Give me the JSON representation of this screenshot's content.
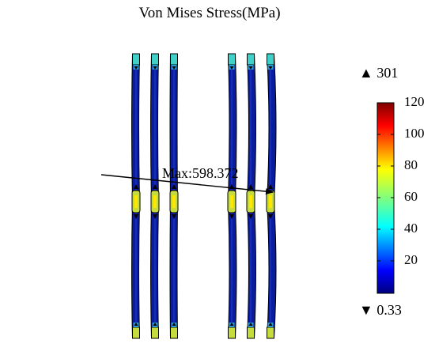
{
  "title": "Von Mises Stress(MPa)",
  "annotation": {
    "label": "Max:598.372"
  },
  "colorbar": {
    "max_marker": "▲ 301",
    "min_marker": "▼ 0.33",
    "ticks": [
      "120",
      "100",
      "80",
      "60",
      "40",
      "20"
    ],
    "range": [
      0.33,
      120
    ],
    "gradient": [
      "#00007f",
      "#0000ff",
      "#007fff",
      "#00ffff",
      "#7fff7f",
      "#ffff00",
      "#ff7f00",
      "#ff0000",
      "#7f0000"
    ]
  },
  "colors": {
    "beam_body": "#0b1c9c",
    "beam_edge": "#000000",
    "end_cap": "#3fd0c8",
    "joint": "#c6dc3c",
    "joint_ring": "#ffe600",
    "transition": "#2a9ad0"
  },
  "beams": {
    "count": 6,
    "groups": 2
  }
}
